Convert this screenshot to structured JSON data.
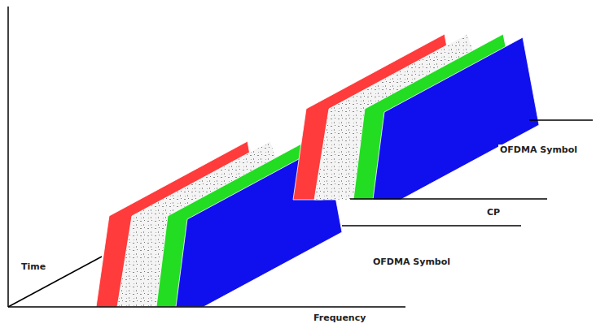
{
  "diagram": {
    "labels": [
      "OFDMA Symbol",
      "CP",
      "OFDMA Symbol",
      "Time",
      "Frequency"
    ]
  }
}
